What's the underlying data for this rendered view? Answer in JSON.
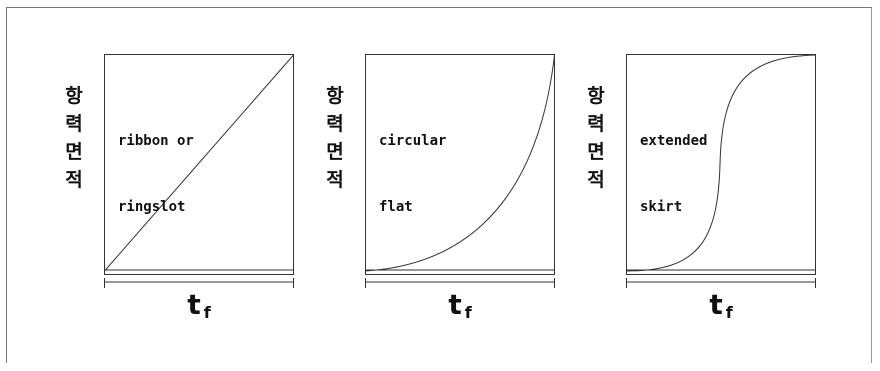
{
  "colors": {
    "line": "#333333",
    "frame": "#777777",
    "background": "#ffffff"
  },
  "panels": [
    {
      "ylabel_chars": [
        "항",
        "력",
        "면",
        "적"
      ],
      "label_lines": [
        "ribbon or",
        "ringslot"
      ],
      "x_main": "t",
      "x_sub": "f",
      "curve": "linear"
    },
    {
      "ylabel_chars": [
        "항",
        "력",
        "면",
        "적"
      ],
      "label_lines": [
        "circular",
        "flat"
      ],
      "x_main": "t",
      "x_sub": "f",
      "curve": "convex-growth"
    },
    {
      "ylabel_chars": [
        "항",
        "력",
        "면",
        "적"
      ],
      "label_lines": [
        "extended",
        "skirt"
      ],
      "x_main": "t",
      "x_sub": "f",
      "curve": "s-curve"
    }
  ]
}
